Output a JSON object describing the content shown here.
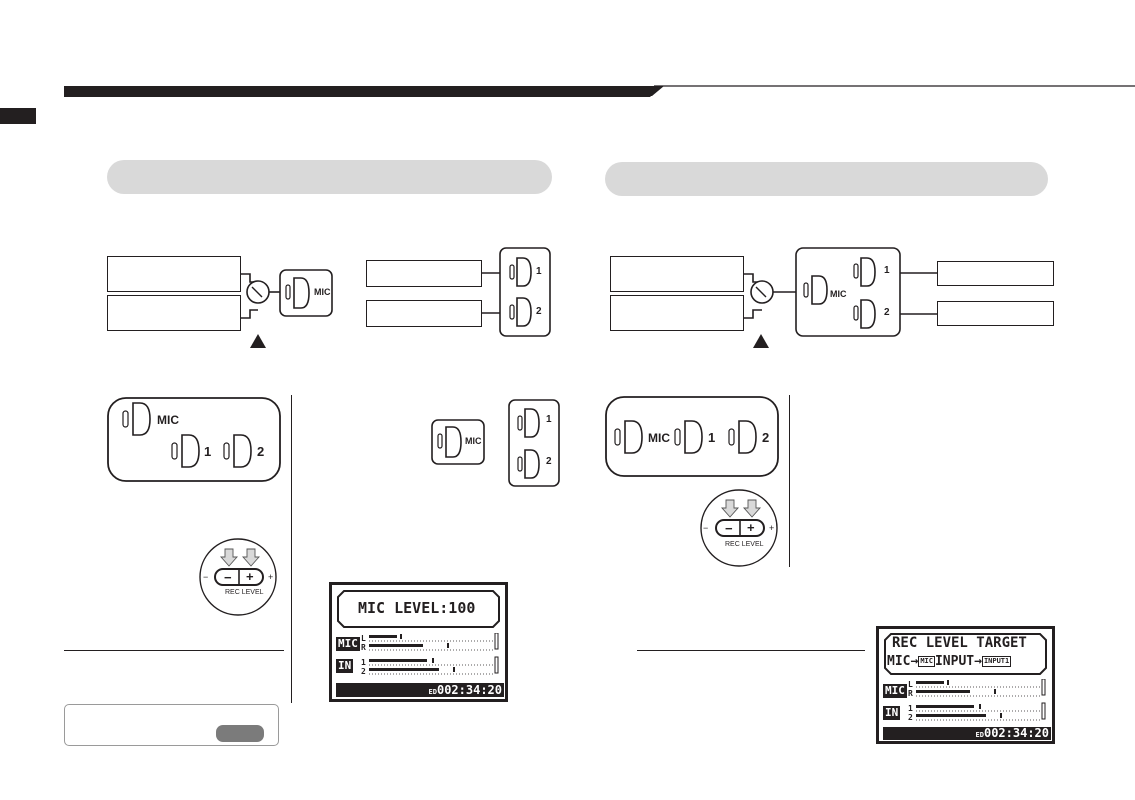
{
  "diagram": {
    "mic_label": "MIC",
    "input1_label": "1",
    "input2_label": "2",
    "rec_level_label": "REC LEVEL",
    "minus": "−",
    "plus": "+"
  },
  "lcd_left": {
    "title": "MIC LEVEL:100",
    "mic_tag": "MIC",
    "in_tag": "IN",
    "ch_l": "L",
    "ch_r": "R",
    "ch_1": "1",
    "ch_2": "2",
    "status_icon": "ED",
    "time": "002:34:20"
  },
  "lcd_right": {
    "title": "REC LEVEL TARGET",
    "route_mic": "MIC",
    "route_mic_tag": "MIC",
    "route_input": "INPUT",
    "route_input_tag": "INPUT1",
    "arrow": "→",
    "mic_tag": "MIC",
    "in_tag": "IN",
    "ch_l": "L",
    "ch_r": "R",
    "ch_1": "1",
    "ch_2": "2",
    "status_icon": "ED",
    "time": "002:34:20"
  }
}
